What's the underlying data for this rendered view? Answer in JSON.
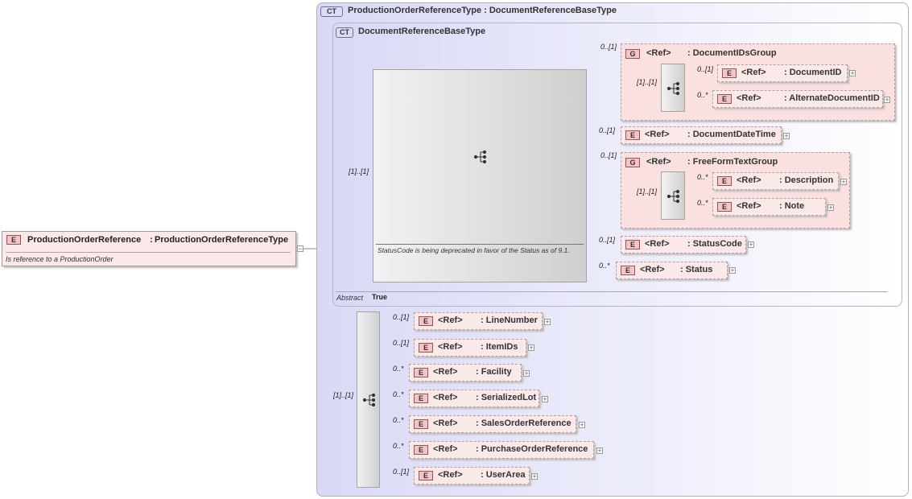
{
  "root": {
    "badge": "E",
    "name": "ProductionOrderReference",
    "type_sep": ":",
    "type": "ProductionOrderReferenceType",
    "doc": "Is reference to a ProductionOrder",
    "collapse": "−"
  },
  "outer_type": {
    "badge": "CT",
    "title": "ProductionOrderReferenceType : DocumentReferenceBaseType"
  },
  "base_type": {
    "badge": "CT",
    "title": "DocumentReferenceBaseType",
    "abstract_label": "Abstract",
    "abstract_value": "True",
    "sequence_occ": "[1]..[1]",
    "sequence_note": "StatusCode is being deprecated in favor of the Status as of 9.1."
  },
  "document_ids_group": {
    "badge": "G",
    "ref": "<Ref>",
    "name": ": DocumentIDsGroup",
    "occ": "0..[1]",
    "seq_occ": "[1]..[1]",
    "children": [
      {
        "badge": "E",
        "ref": "<Ref>",
        "name": ": DocumentID",
        "occ": "0..[1]",
        "plus": "+"
      },
      {
        "badge": "E",
        "ref": "<Ref>",
        "name": ": AlternateDocumentID",
        "occ": "0..*",
        "plus": "+"
      }
    ]
  },
  "document_date_time": {
    "badge": "E",
    "ref": "<Ref>",
    "name": ": DocumentDateTime",
    "occ": "0..[1]",
    "plus": "+"
  },
  "free_form_text_group": {
    "badge": "G",
    "ref": "<Ref>",
    "name": ": FreeFormTextGroup",
    "occ": "0..[1]",
    "seq_occ": "[1]..[1]",
    "children": [
      {
        "badge": "E",
        "ref": "<Ref>",
        "name": ": Description",
        "occ": "0..*",
        "plus": "+"
      },
      {
        "badge": "E",
        "ref": "<Ref>",
        "name": ": Note",
        "occ": "0..*",
        "plus": "+"
      }
    ]
  },
  "status_code": {
    "badge": "E",
    "ref": "<Ref>",
    "name": ": StatusCode",
    "occ": "0..[1]",
    "plus": "+"
  },
  "status": {
    "badge": "E",
    "ref": "<Ref>",
    "name": ": Status",
    "occ": "0..*",
    "plus": "+"
  },
  "extension_sequence": {
    "occ": "[1]..[1]",
    "items": [
      {
        "badge": "E",
        "ref": "<Ref>",
        "name": ": LineNumber",
        "occ": "0..[1]",
        "plus": "+"
      },
      {
        "badge": "E",
        "ref": "<Ref>",
        "name": ": ItemIDs",
        "occ": "0..[1]",
        "plus": "+"
      },
      {
        "badge": "E",
        "ref": "<Ref>",
        "name": ": Facility",
        "occ": "0..*",
        "plus": "+"
      },
      {
        "badge": "E",
        "ref": "<Ref>",
        "name": ": SerializedLot",
        "occ": "0..*",
        "plus": "+"
      },
      {
        "badge": "E",
        "ref": "<Ref>",
        "name": ": SalesOrderReference",
        "occ": "0..*",
        "plus": "+"
      },
      {
        "badge": "E",
        "ref": "<Ref>",
        "name": ": PurchaseOrderReference",
        "occ": "0..*",
        "plus": "+"
      },
      {
        "badge": "E",
        "ref": "<Ref>",
        "name": ": UserArea",
        "occ": "0..[1]",
        "plus": "+"
      }
    ]
  },
  "colors": {
    "element_fill": "#fbe8e8",
    "group_fill": "#fbe0e0",
    "type_fill": "#d8d9f6",
    "connector": "#8a8a8a"
  }
}
